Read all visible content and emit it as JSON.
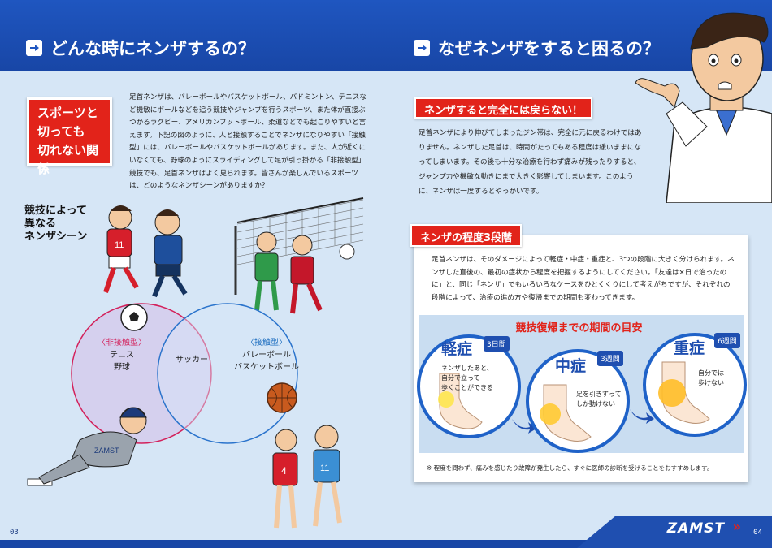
{
  "left": {
    "heading": "どんな時にネンザするの？",
    "tag_lines": [
      "スポーツと",
      "切っても",
      "切れない関係"
    ],
    "intro_paragraph": "足首ネンザは、バレーボールやバスケットボール、バドミントン、テニスなど機敏にボールなどを追う競技やジャンプを行うスポーツ、また体が直接ぶつかるラグビー、アメリカンフットボール、柔道などでも起こりやすいと言えます。下記の図のように、人と接触することでネンザになりやすい「接触型」には、バレーボールやバスケットボールがあります。また、人が近くにいなくても、野球のようにスライディングして足が引っ掛かる「非接触型」競技でも、足首ネンザはよく見られます。皆さんが楽しんでいるスポーツは、どのようなネンザシーンがありますか？",
    "scene_label_lines": [
      "競技によって",
      "異なる",
      "ネンザシーン"
    ],
    "venn": {
      "non_contact_type": "〈非接触型〉",
      "non_contact_sports": [
        "テニス",
        "野球"
      ],
      "overlap_sport": "サッカー",
      "contact_type": "〈接触型〉",
      "contact_sports": [
        "バレーボール",
        "バスケットボール"
      ]
    },
    "page_number": "03"
  },
  "right": {
    "heading": "なぜネンザをすると困るの？",
    "subheading1": "ネンザすると完全には戻らない！",
    "paragraph1": "足首ネンザにより伸びてしまったジン帯は、完全に元に戻るわけではありません。ネンザした足首は、時間がたってもある程度は緩いままになってしまいます。その後も十分な治療を行わず痛みが残ったりすると、ジャンプ力や機敏な動きにまで大きく影響してしまいます。このように、ネンザは一度するとやっかいです。",
    "subheading2": "ネンザの程度3段階",
    "paragraph2": "足首ネンザは、そのダメージによって軽症・中症・重症と、3つの段階に大きく分けられます。ネンザした直後の、最初の症状から程度を把握するようにしてください。「友達は×日で治ったのに」と、同じ「ネンザ」でもいろいろなケースをひとくくりにして考えがちですが、それぞれの段階によって、治療の進め方や復帰までの期間も変わってきます。",
    "recovery_title": "競技復帰までの期間の目安",
    "stages": [
      {
        "name": "軽症",
        "period": "3日間",
        "desc_lines": [
          "ネンザしたあと、",
          "自分で立って",
          "歩くことができる"
        ]
      },
      {
        "name": "中症",
        "period": "3週間",
        "desc_lines": [
          "足を引きずって",
          "しか動けない"
        ]
      },
      {
        "name": "重症",
        "period": "6週間",
        "desc_lines": [
          "自分では",
          "歩けない"
        ]
      }
    ],
    "note": "※ 程度を問わず、痛みを感じたり故障が発生したら、すぐに医師の診断を受けることをおすすめします。",
    "brand": "ZAMST",
    "page_number": "04"
  }
}
